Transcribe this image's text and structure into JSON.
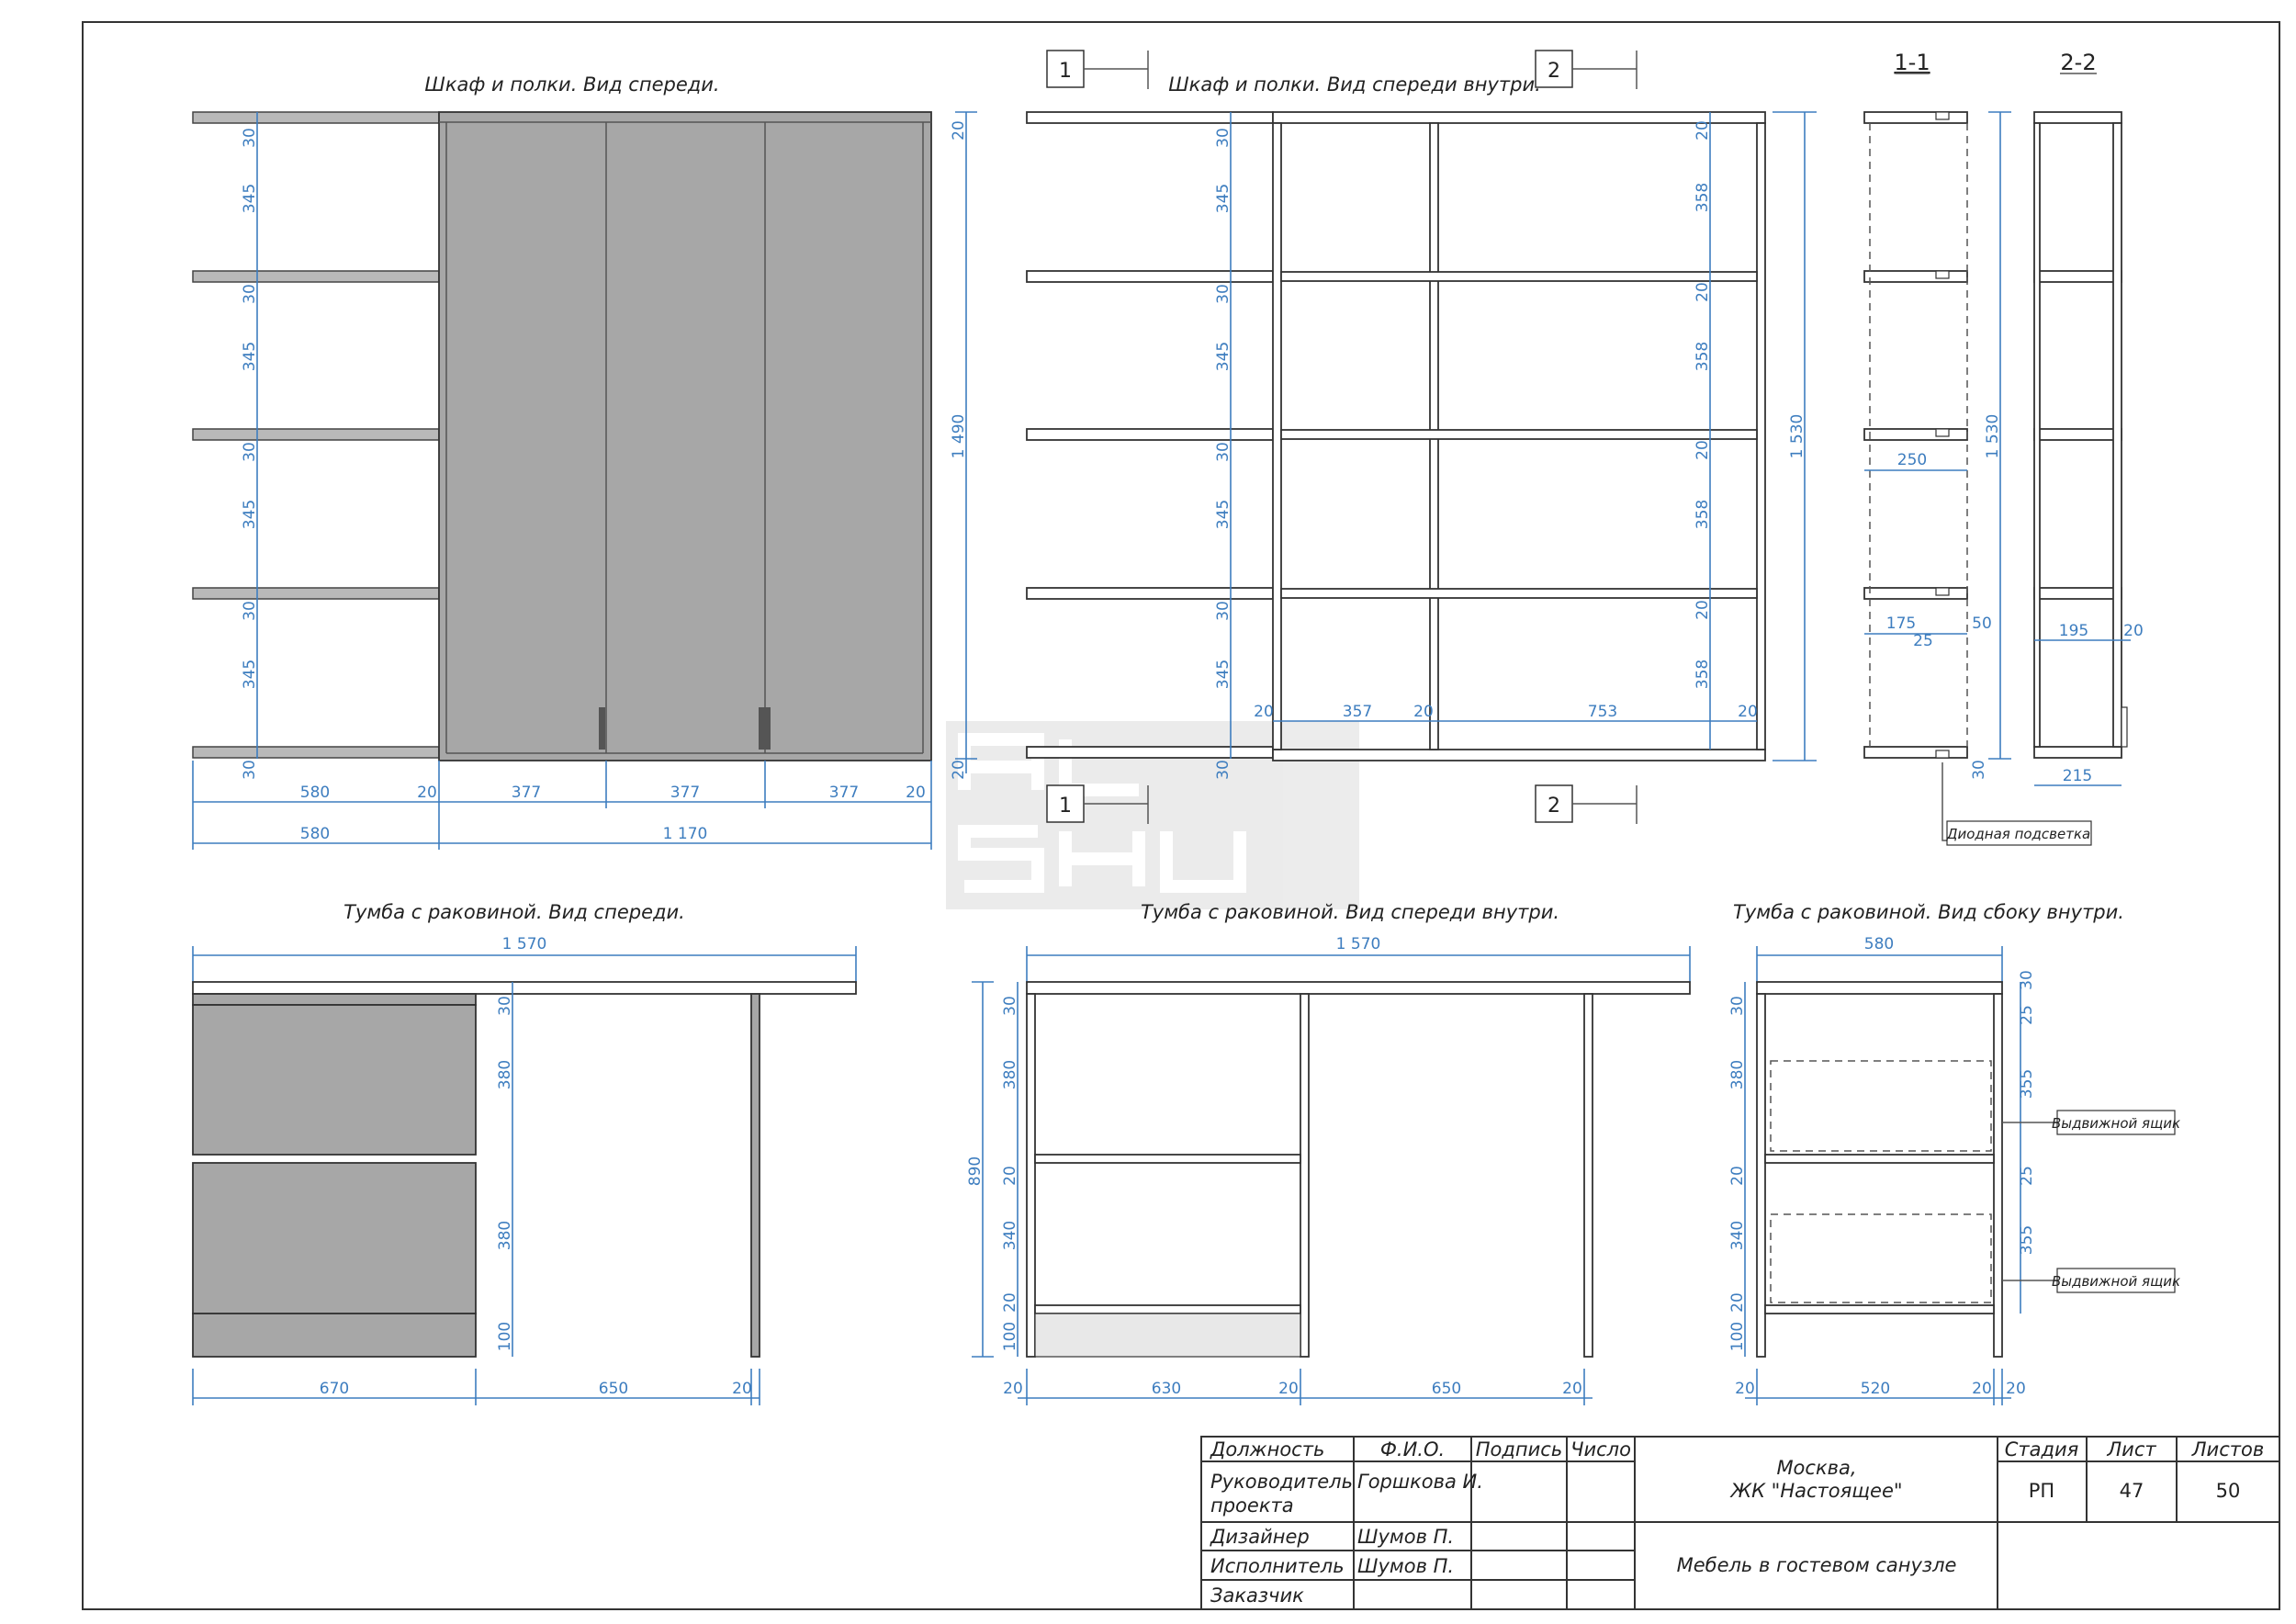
{
  "views": {
    "shelf_front_title": "Шкаф и полки. Вид спереди.",
    "shelf_inside_title": "Шкаф и полки. Вид спереди внутри.",
    "section_1_title": "1-1",
    "section_2_title": "2-2",
    "vanity_front_title": "Тумба с раковиной. Вид спереди.",
    "vanity_inside_title": "Тумба с раковиной. Вид спереди внутри.",
    "vanity_side_title": "Тумба с раковиной. Вид сбоку внутри."
  },
  "section_markers": {
    "m1": "1",
    "m2": "2"
  },
  "callouts": {
    "led": "Диодная подсветка",
    "drawer": "Выдвижной ящик"
  },
  "watermark": "ALSHU",
  "dims": {
    "d30": "30",
    "d345": "345",
    "d580": "580",
    "d20": "20",
    "d377": "377",
    "d1170": "1 170",
    "d1490": "1 490",
    "d358": "358",
    "d357": "357",
    "d753": "753",
    "d1530": "1 530",
    "d250": "250",
    "d175": "175",
    "d25": "25",
    "d50": "50",
    "d195": "195",
    "d215": "215",
    "d1570": "1 570",
    "d380": "380",
    "d100": "100",
    "d670": "670",
    "d650": "650",
    "d890": "890",
    "d340": "340",
    "d630": "630",
    "d355": "355",
    "d520": "520"
  },
  "title_block": {
    "h_position": "Должность",
    "h_name": "Ф.И.О.",
    "h_sign": "Подпись",
    "h_date": "Число",
    "r1_pos_a": "Руководитель",
    "r1_pos_b": "проекта",
    "r1_name": "Горшкова И.",
    "r2_pos": "Дизайнер",
    "r2_name": "Шумов П.",
    "r3_pos": "Исполнитель",
    "r3_name": "Шумов П.",
    "r4_pos": "Заказчик",
    "city": "Москва,",
    "complex": "ЖК \"Настоящее\"",
    "sheet_title": "Мебель в гостевом санузле",
    "h_stage": "Стадия",
    "h_sheet": "Лист",
    "h_sheets": "Листов",
    "stage": "РП",
    "sheet": "47",
    "sheets": "50"
  }
}
